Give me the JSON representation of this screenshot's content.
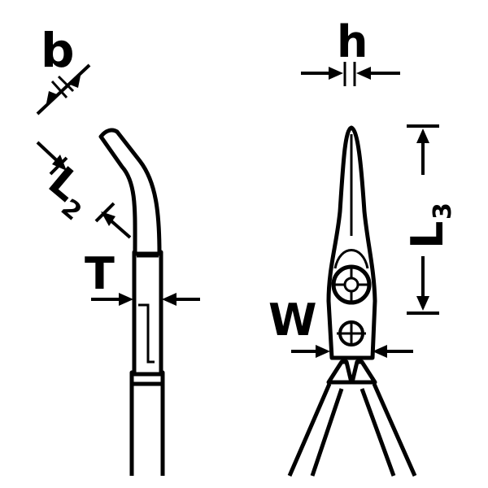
{
  "diagram": {
    "labels": {
      "b": "b",
      "L2_main": "L",
      "L2_sub": "2",
      "T": "T",
      "h": "h",
      "L3_main": "L",
      "L3_sub": "3",
      "W": "W"
    },
    "icons": {
      "side_view": "bent-nose-plier-side-view",
      "front_view": "plier-front-view-with-pivot"
    },
    "colors": {
      "ink": "#000000",
      "background": "#ffffff"
    }
  }
}
